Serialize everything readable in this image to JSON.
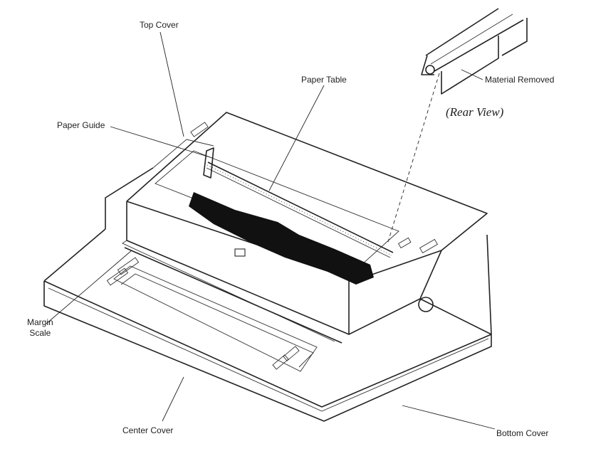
{
  "labels": {
    "top_cover": "Top Cover",
    "paper_table": "Paper Table",
    "paper_guide": "Paper Guide",
    "material_removed": "Material Removed",
    "rear_view": "(Rear View)",
    "margin_scale_line1": "Margin",
    "margin_scale_line2": "Scale",
    "center_cover": "Center Cover",
    "bottom_cover": "Bottom Cover"
  }
}
